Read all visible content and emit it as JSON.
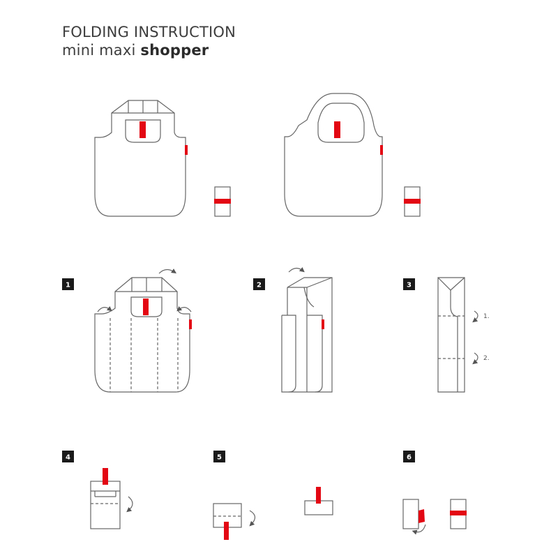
{
  "header": {
    "line1": "FOLDING INSTRUCTION",
    "line2_regular": "mini maxi ",
    "line2_bold": "shopper"
  },
  "steps": [
    {
      "number": "1"
    },
    {
      "number": "2"
    },
    {
      "number": "3",
      "fold_labels": [
        "1.",
        "2."
      ]
    },
    {
      "number": "4"
    },
    {
      "number": "5"
    },
    {
      "number": "6"
    }
  ],
  "colors": {
    "outline": "#555555",
    "accent": "#e30613",
    "step_box": "#1a1a1a"
  }
}
